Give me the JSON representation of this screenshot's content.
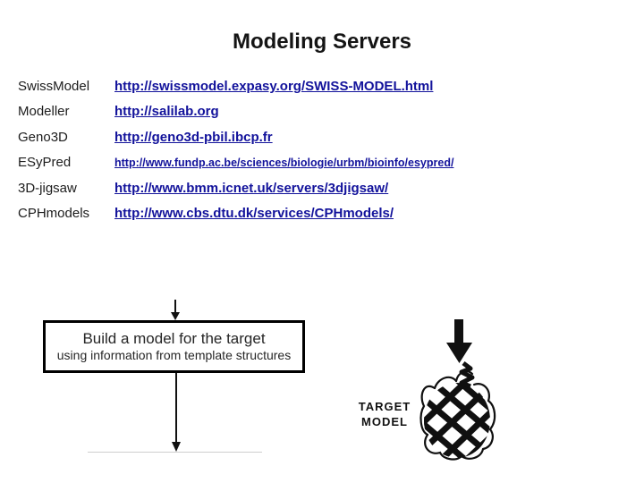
{
  "title": "Modeling Servers",
  "colors": {
    "link": "#12129b",
    "text": "#1c1c1c",
    "diagram_ink": "#111111",
    "faint_line": "#cfcfcf"
  },
  "servers": [
    {
      "name": "SwissModel",
      "url": "http://swissmodel.expasy.org/SWISS-MODEL.html"
    },
    {
      "name": "Modeller",
      "url": "http://salilab.org"
    },
    {
      "name": "Geno3D",
      "url": "http://geno3d-pbil.ibcp.fr"
    },
    {
      "name": "ESyPred",
      "url": "http://www.fundp.ac.be/sciences/biologie/urbm/bioinfo/esypred/"
    },
    {
      "name": "3D-jigsaw",
      "url": "http://www.bmm.icnet.uk/servers/3djigsaw/"
    },
    {
      "name": "CPHmodels",
      "url": "http://www.cbs.dtu.dk/services/CPHmodels/"
    }
  ],
  "diagram": {
    "box_title": "Build a model for the target",
    "box_subtitle": "using information from template structures",
    "target_label": "TARGET",
    "model_label": "MODEL"
  }
}
